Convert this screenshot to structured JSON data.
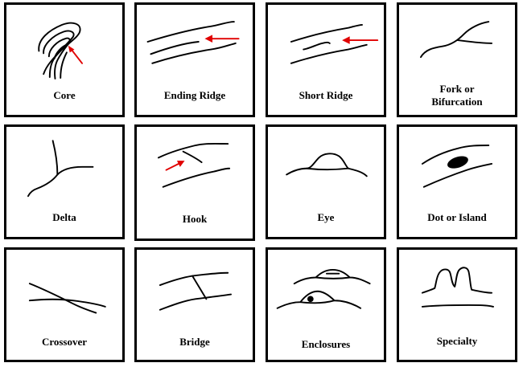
{
  "cards": [
    {
      "id": "core",
      "label_lines": [
        "Core"
      ]
    },
    {
      "id": "ending-ridge",
      "label_lines": [
        "Ending Ridge"
      ]
    },
    {
      "id": "short-ridge",
      "label_lines": [
        "Short Ridge"
      ]
    },
    {
      "id": "fork",
      "label_lines": [
        "Fork or",
        "Bifurcation"
      ]
    },
    {
      "id": "delta",
      "label_lines": [
        "Delta"
      ]
    },
    {
      "id": "hook",
      "label_lines": [
        "Hook"
      ]
    },
    {
      "id": "eye",
      "label_lines": [
        "Eye"
      ]
    },
    {
      "id": "dot-island",
      "label_lines": [
        "Dot or Island"
      ]
    },
    {
      "id": "crossover",
      "label_lines": [
        "Crossover"
      ]
    },
    {
      "id": "bridge",
      "label_lines": [
        "Bridge"
      ]
    },
    {
      "id": "enclosures",
      "label_lines": [
        "Enclosures"
      ]
    },
    {
      "id": "specialty",
      "label_lines": [
        "Specialty"
      ]
    }
  ],
  "colors": {
    "ridge": "#000000",
    "arrow": "#e00000",
    "border": "#000000",
    "background": "#ffffff"
  }
}
